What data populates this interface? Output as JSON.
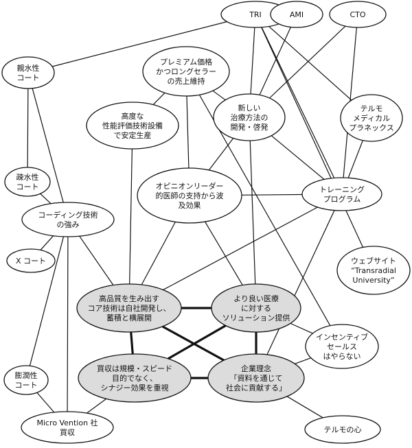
{
  "nodes": [
    {
      "id": "tri",
      "lines": [
        "TRI"
      ],
      "fill": "#ffffff"
    },
    {
      "id": "ami",
      "lines": [
        "AMI"
      ],
      "fill": "#ffffff"
    },
    {
      "id": "cto",
      "lines": [
        "CTO"
      ],
      "fill": "#ffffff"
    },
    {
      "id": "hydrophilic",
      "lines": [
        "親水性",
        "コート"
      ],
      "fill": "#ffffff"
    },
    {
      "id": "premium",
      "lines": [
        "プレミアム価格",
        "かつロングセラー",
        "の売上維持"
      ],
      "fill": "#ffffff"
    },
    {
      "id": "advanced",
      "lines": [
        "高度な",
        "性能評価技術設備",
        "で安定生産"
      ],
      "fill": "#ffffff"
    },
    {
      "id": "new-treatment",
      "lines": [
        "新しい",
        "治療方法の",
        "開発・啓発"
      ],
      "fill": "#ffffff"
    },
    {
      "id": "terumo-medical",
      "lines": [
        "テルモ",
        "メディカル",
        "プラネックス"
      ],
      "fill": "#ffffff"
    },
    {
      "id": "hydrophobic",
      "lines": [
        "疎水性",
        "コート"
      ],
      "fill": "#ffffff"
    },
    {
      "id": "opinion",
      "lines": [
        "オピニオンリーダー",
        "的医師の支持から波",
        "及効果"
      ],
      "fill": "#ffffff"
    },
    {
      "id": "training",
      "lines": [
        "トレーニング",
        "プログラム"
      ],
      "fill": "#ffffff"
    },
    {
      "id": "coating",
      "lines": [
        "コーディング技術",
        "の強み"
      ],
      "fill": "#ffffff"
    },
    {
      "id": "xcoat",
      "lines": [
        "X コート"
      ],
      "fill": "#ffffff"
    },
    {
      "id": "website",
      "lines": [
        "ウェブサイト",
        "“Transradial",
        "University”"
      ],
      "fill": "#ffffff"
    },
    {
      "id": "core-tech",
      "lines": [
        "高品質を生み出す",
        "コア技術は自社開発し、",
        "蓄積と横展開"
      ],
      "fill": "#dcdcdc"
    },
    {
      "id": "solution",
      "lines": [
        "より良い医療",
        "に対する",
        "ソリューション提供"
      ],
      "fill": "#dcdcdc"
    },
    {
      "id": "incentive",
      "lines": [
        "インセンティブ",
        "セールス",
        "はやらない"
      ],
      "fill": "#ffffff"
    },
    {
      "id": "acquisition",
      "lines": [
        "買収は規模・スピード",
        "目的でなく、",
        "シナジー効果を重視"
      ],
      "fill": "#dcdcdc"
    },
    {
      "id": "philosophy",
      "lines": [
        "企業理念",
        "「資料を通じて",
        "社会に貢献する」"
      ],
      "fill": "#dcdcdc"
    },
    {
      "id": "swelling",
      "lines": [
        "膨潤性",
        "コート"
      ],
      "fill": "#ffffff"
    },
    {
      "id": "microvention",
      "lines": [
        "Micro Vention 社",
        "買収"
      ],
      "fill": "#ffffff"
    },
    {
      "id": "terumo-heart",
      "lines": [
        "テルモの心"
      ],
      "fill": "#ffffff"
    }
  ],
  "edges": [
    [
      "tri",
      "hydrophilic",
      1
    ],
    [
      "tri",
      "new-treatment",
      1
    ],
    [
      "tri",
      "terumo-medical",
      1
    ],
    [
      "tri",
      "training",
      1
    ],
    [
      "tri",
      "website",
      1
    ],
    [
      "ami",
      "new-treatment",
      1
    ],
    [
      "cto",
      "new-treatment",
      1
    ],
    [
      "cto",
      "training",
      1
    ],
    [
      "premium",
      "new-treatment",
      1
    ],
    [
      "premium",
      "opinion",
      1
    ],
    [
      "premium",
      "advanced",
      1
    ],
    [
      "premium",
      "incentive",
      1
    ],
    [
      "new-treatment",
      "training",
      1
    ],
    [
      "new-treatment",
      "solution",
      1
    ],
    [
      "new-treatment",
      "opinion",
      1
    ],
    [
      "terumo-medical",
      "training",
      1
    ],
    [
      "advanced",
      "core-tech",
      1
    ],
    [
      "hydrophilic",
      "hydrophobic",
      1
    ],
    [
      "hydrophilic",
      "coating",
      1
    ],
    [
      "hydrophobic",
      "coating",
      1
    ],
    [
      "opinion",
      "training",
      1
    ],
    [
      "opinion",
      "core-tech",
      1
    ],
    [
      "opinion",
      "solution",
      1
    ],
    [
      "training",
      "core-tech",
      1
    ],
    [
      "training",
      "philosophy",
      1
    ],
    [
      "coating",
      "xcoat",
      1
    ],
    [
      "coating",
      "core-tech",
      1
    ],
    [
      "coating",
      "swelling",
      1
    ],
    [
      "coating",
      "microvention",
      1
    ],
    [
      "solution",
      "incentive",
      1
    ],
    [
      "philosophy",
      "incentive",
      1
    ],
    [
      "philosophy",
      "terumo-heart",
      1
    ],
    [
      "acquisition",
      "microvention",
      1
    ],
    [
      "swelling",
      "microvention",
      1
    ],
    [
      "core-tech",
      "solution",
      3
    ],
    [
      "core-tech",
      "acquisition",
      3
    ],
    [
      "core-tech",
      "philosophy",
      3
    ],
    [
      "solution",
      "acquisition",
      3
    ],
    [
      "solution",
      "philosophy",
      3
    ],
    [
      "acquisition",
      "philosophy",
      3
    ]
  ]
}
